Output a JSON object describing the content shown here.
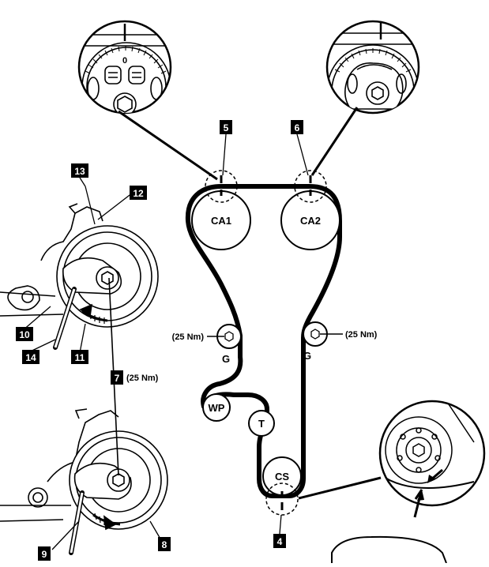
{
  "pulleys": {
    "ca1": "CA1",
    "ca2": "CA2",
    "guide_left": "G",
    "guide_right": "G",
    "water_pump": "WP",
    "tensioner": "T",
    "crankshaft": "CS"
  },
  "torques": {
    "guide_left": "(25 Nm)",
    "guide_right": "(25 Nm)",
    "tensioner_bolt": "(25 Nm)"
  },
  "callouts": {
    "c4": "4",
    "c5": "5",
    "c6": "6",
    "c7": "7",
    "c8": "8",
    "c9": "9",
    "c10": "10",
    "c11": "11",
    "c12": "12",
    "c13": "13",
    "c14": "14"
  },
  "inset_markings": {
    "ca1_zero": "0"
  },
  "colors": {
    "ink": "#000000",
    "paper": "#ffffff",
    "gray": "#cfcfcf"
  }
}
